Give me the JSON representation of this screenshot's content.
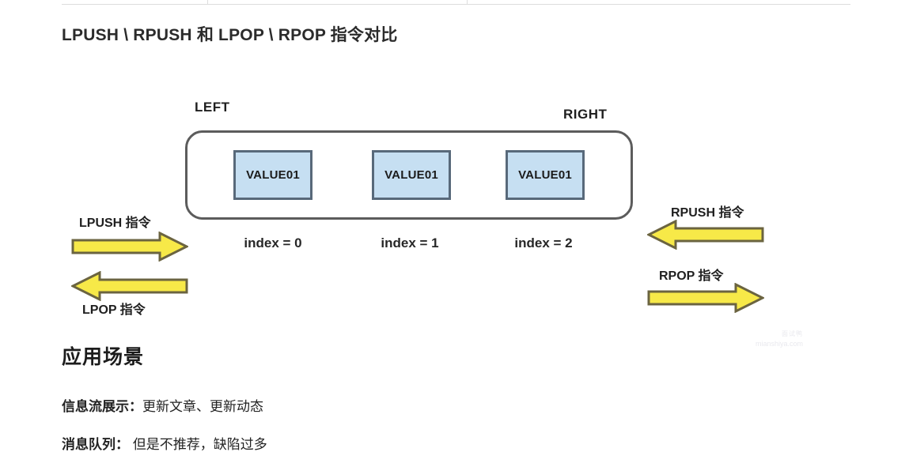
{
  "page": {
    "title": "LPUSH \\ RPUSH 和 LPOP \\ RPOP 指令对比",
    "background_color": "#ffffff"
  },
  "diagram": {
    "end_labels": {
      "left": "LEFT",
      "right": "RIGHT"
    },
    "container": {
      "border_color": "#5c5c5c",
      "fill_color": "#ffffff"
    },
    "value_boxes": [
      {
        "value": "VALUE01",
        "index_label": "index = 0"
      },
      {
        "value": "VALUE01",
        "index_label": "index = 1"
      },
      {
        "value": "VALUE01",
        "index_label": "index = 2"
      }
    ],
    "box_colors": {
      "fill": "#c6dff2",
      "border": "#58697a"
    },
    "arrow_colors": {
      "fill": "#f7e948",
      "stroke": "#6b6440"
    },
    "arrows": [
      {
        "id": "lpush",
        "label": "LPUSH 指令",
        "direction": "right",
        "side": "left"
      },
      {
        "id": "lpop",
        "label": "LPOP 指令",
        "direction": "left",
        "side": "left"
      },
      {
        "id": "rpush",
        "label": "RPUSH 指令",
        "direction": "left",
        "side": "right"
      },
      {
        "id": "rpop",
        "label": "RPOP 指令",
        "direction": "right",
        "side": "right"
      }
    ]
  },
  "watermark": {
    "cn": "面试鸭",
    "url": "mianshiya.com"
  },
  "usage": {
    "heading": "应用场景",
    "items": [
      {
        "label": "信息流展示：",
        "text": "更新文章、更新动态"
      },
      {
        "label": "消息队列：",
        "text": " 但是不推荐，缺陷过多"
      }
    ]
  }
}
